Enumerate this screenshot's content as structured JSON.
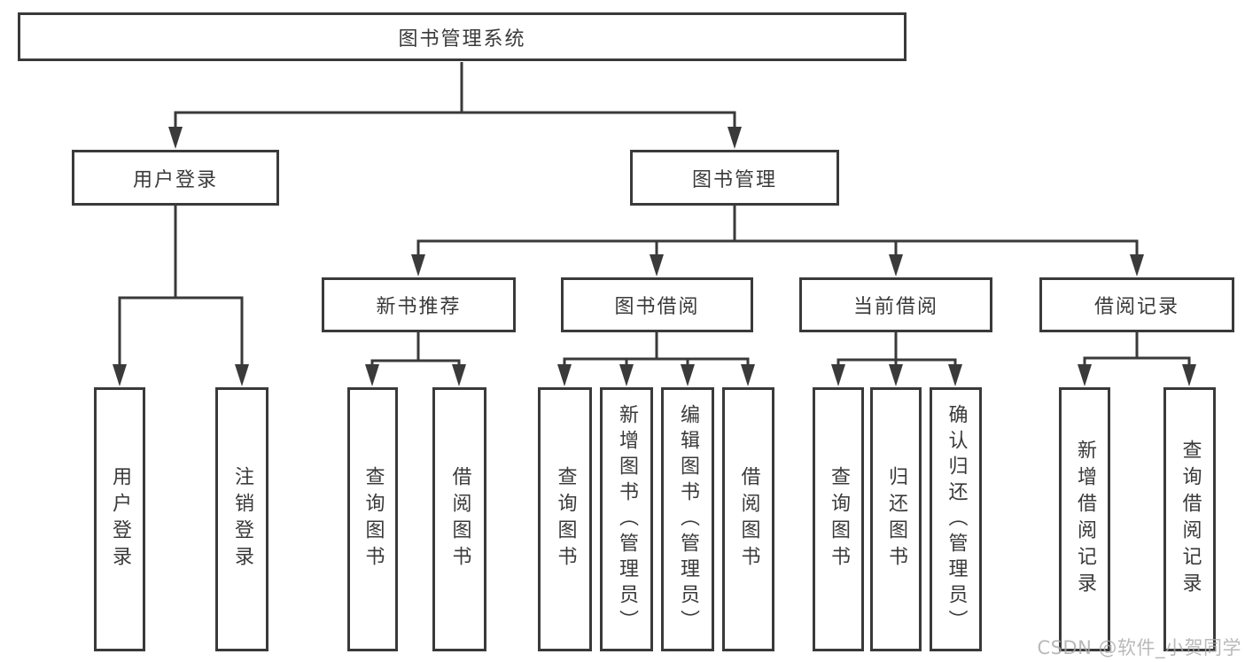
{
  "colors": {
    "line": "#3a3a3a",
    "box_border": "#3a3a3a",
    "text": "#3a3a3a",
    "background": "#ffffff",
    "watermark": "#a8a8a8"
  },
  "watermark": {
    "text": "CSDN @软件_小贺同学"
  },
  "tree": {
    "root": {
      "label": "图书管理系统"
    },
    "branches": [
      {
        "label": "用户登录",
        "children": [
          {
            "label": "用户登录"
          },
          {
            "label": "注销登录"
          }
        ]
      },
      {
        "label": "图书管理",
        "children": [
          {
            "label": "新书推荐",
            "children": [
              {
                "label": "查询图书"
              },
              {
                "label": "借阅图书"
              }
            ]
          },
          {
            "label": "图书借阅",
            "children": [
              {
                "label": "查询图书"
              },
              {
                "label": "新增图书（管理员）"
              },
              {
                "label": "编辑图书（管理员）"
              },
              {
                "label": "借阅图书"
              }
            ]
          },
          {
            "label": "当前借阅",
            "children": [
              {
                "label": "查询图书"
              },
              {
                "label": "归还图书"
              },
              {
                "label": "确认归还（管理员）"
              }
            ]
          },
          {
            "label": "借阅记录",
            "children": [
              {
                "label": "新增借阅记录"
              },
              {
                "label": "查询借阅记录"
              }
            ]
          }
        ]
      }
    ]
  }
}
